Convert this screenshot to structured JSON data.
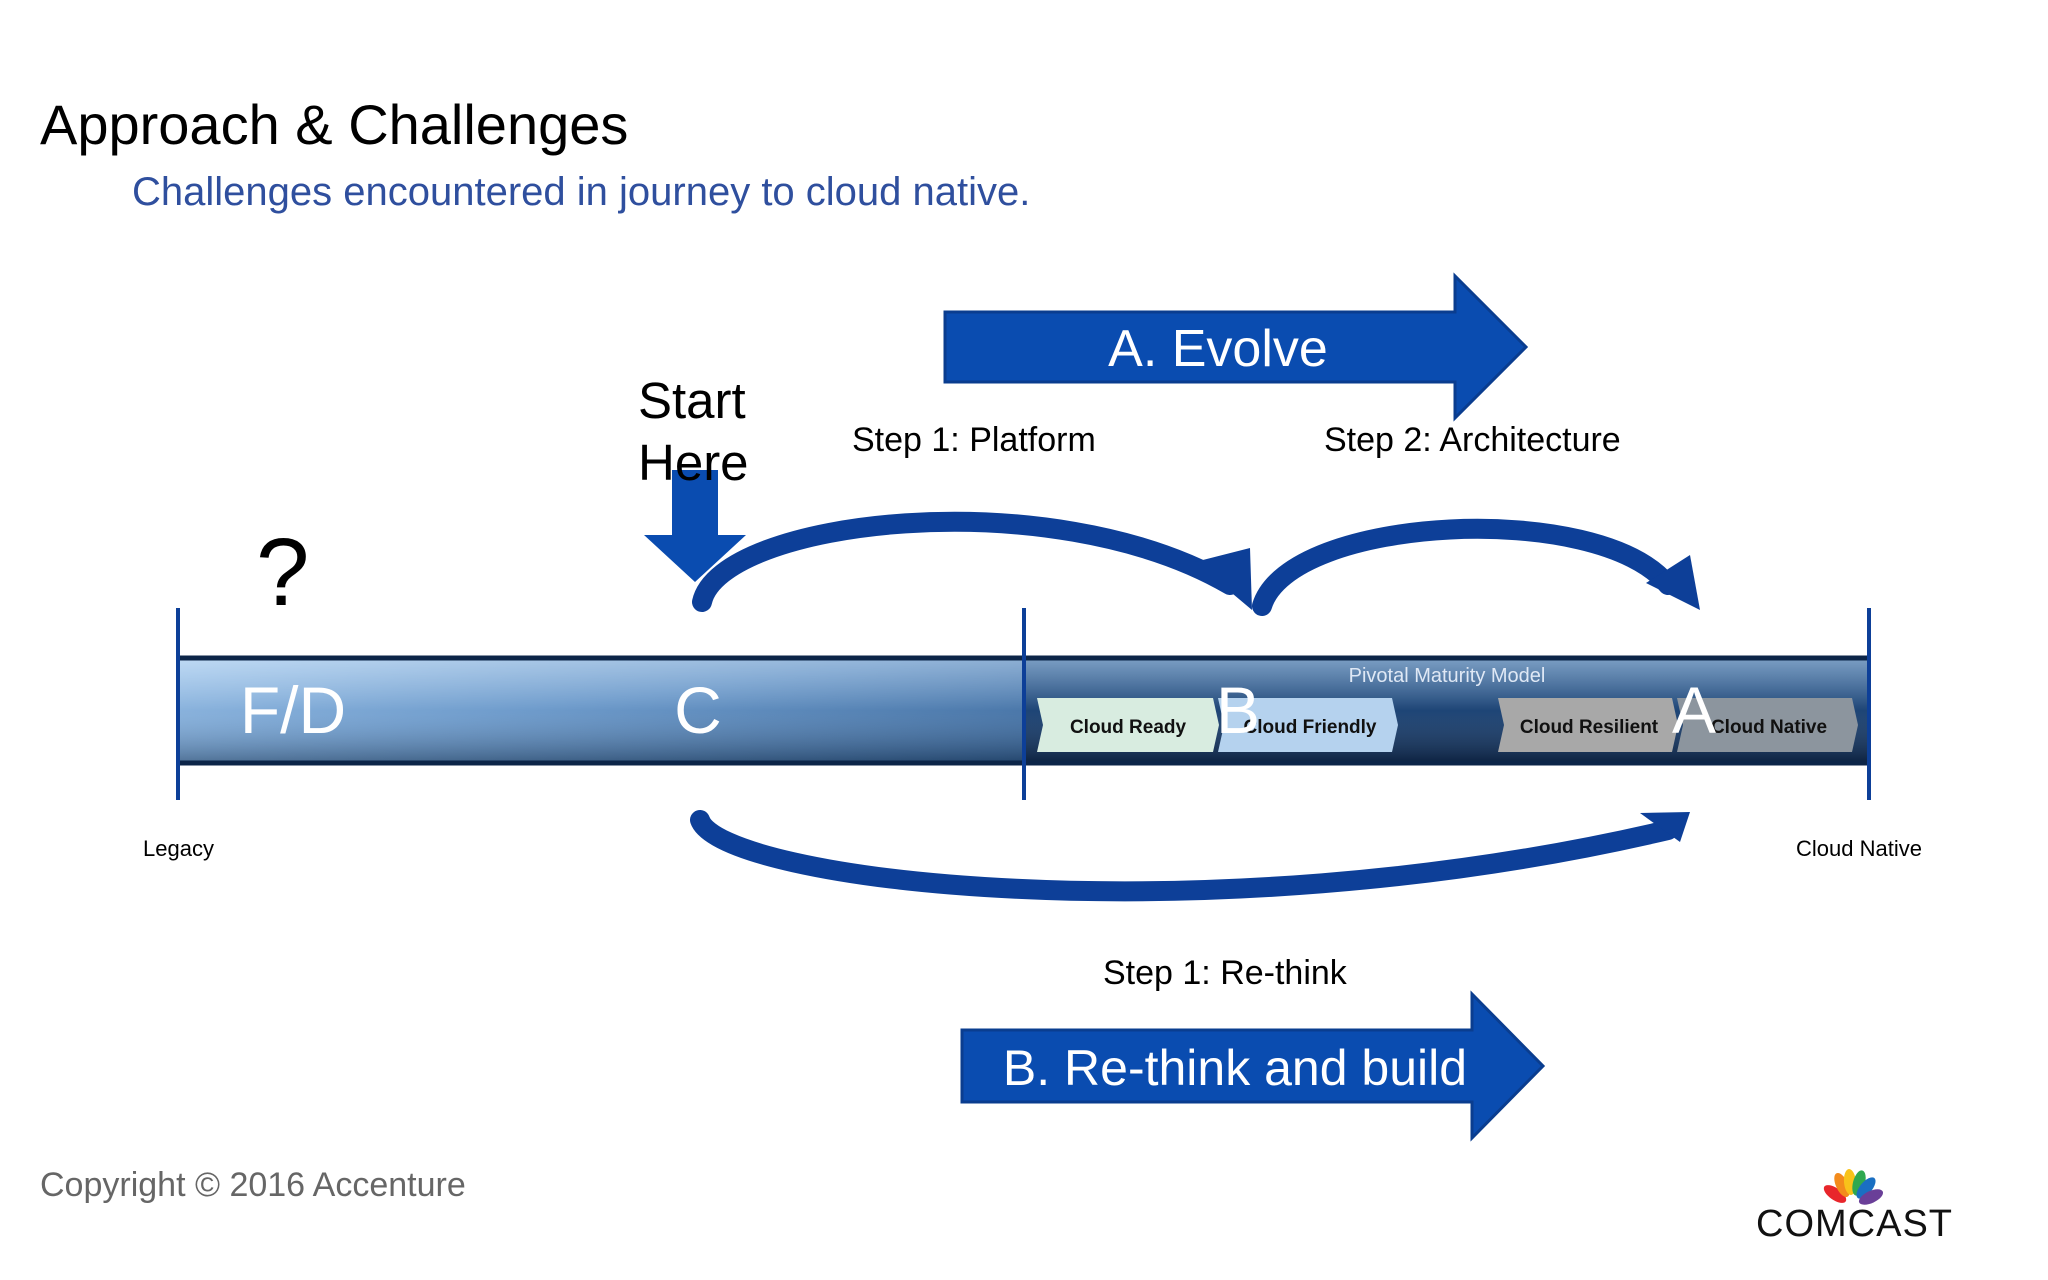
{
  "header": {
    "title": "Approach & Challenges",
    "subtitle": "Challenges encountered in journey to cloud native."
  },
  "diagram": {
    "evolve_arrow": "A. Evolve",
    "rethink_arrow": "B. Re-think and build",
    "start_here": "Start Here",
    "step_platform": "Step 1: Platform",
    "step_architecture": "Step 2: Architecture",
    "step_rethink": "Step 1: Re-think",
    "question_mark": "?",
    "bar_labels": {
      "fd": "F/D",
      "c": "C",
      "b": "B",
      "a": "A"
    },
    "model_title": "Pivotal Maturity Model",
    "stages": [
      "Cloud Ready",
      "Cloud Friendly",
      "Cloud Resilient",
      "Cloud Native"
    ],
    "left_label": "Legacy",
    "right_label": "Cloud Native",
    "colors": {
      "arrow_blue": "#0a4cb0",
      "bar_dark": "#1e3f6b",
      "bar_light": "#8fb4dd"
    }
  },
  "footer": {
    "copyright": "Copyright © 2016 Accenture",
    "logo_text": "COMCAST"
  }
}
